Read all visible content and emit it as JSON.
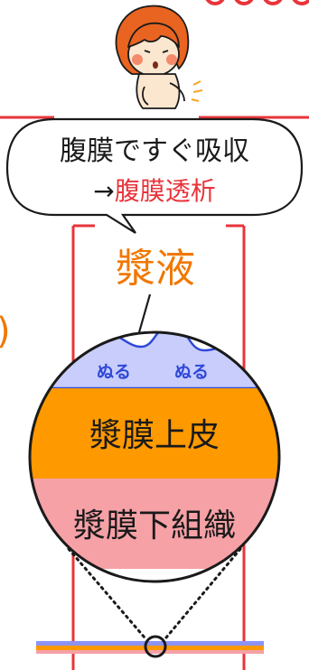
{
  "bubble": {
    "line1": "腹膜ですぐ吸収",
    "line2_arrow": "→",
    "line2_term": "腹膜透析"
  },
  "labels": {
    "serous_fluid": "漿液",
    "wet_mark_1": "ぬる",
    "wet_mark_2": "ぬる",
    "edge_fragment": ")"
  },
  "layers": [
    {
      "name": "漿膜上皮",
      "color": "#ff9900"
    },
    {
      "name": "漿膜下組織",
      "color": "#f6a1a6"
    }
  ],
  "colors": {
    "accent_red": "#e8343a",
    "orange_text": "#f07800",
    "fluid_fill": "#c9cdfb",
    "fluid_text": "#2f49d8",
    "outline": "#1a1a1a",
    "hair": "#e86420",
    "skin": "#fbe6cf",
    "bottom_band_blue": "#8c93f5",
    "bottom_band_orange": "#ff9900"
  }
}
